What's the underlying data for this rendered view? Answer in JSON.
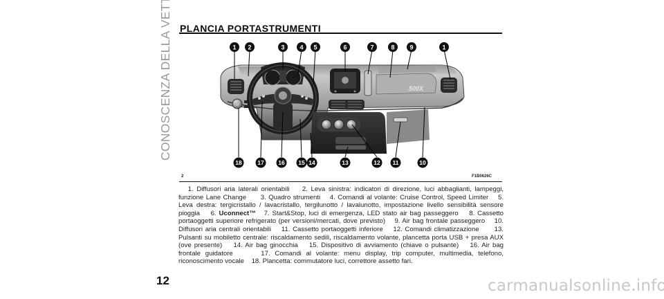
{
  "side_title": "CONOSCENZA DELLA VETTURA",
  "page_number": "12",
  "heading": "PLANCIA PORTASTRUMENTI",
  "figure": {
    "number": "2",
    "code": "F1B0626C",
    "callouts_top": [
      "1",
      "2",
      "3",
      "4",
      "5",
      "6",
      "7",
      "8",
      "9",
      "1"
    ],
    "callouts_bottom": [
      "18",
      "17",
      "16",
      "15",
      "14",
      "13",
      "12",
      "11",
      "10"
    ],
    "brand_badge": "500X"
  },
  "caption": {
    "items": [
      "1. Diffusori aria laterali orientabili",
      "2. Leva sinistra: indicatori di direzione, luci abbaglianti, lampeggi, funzione Lane Change",
      "3. Quadro strumenti",
      "4. Comandi al volante: Cruise Control, Speed Limiter",
      "5. Leva destra: tergicristallo / lavacristallo, tergilunotto / lavalunotto, impostazione livello sensibilità sensore pioggia",
      "6.",
      "Uconnect™",
      "7. Start&Stop, luci di emergenza, LED stato air bag passeggero",
      "8. Cassetto portaoggetti superiore refrigerato (per versioni/mercati, dove previsto)",
      "9. Air bag frontale passeggero",
      "10. Diffusori aria centrali orientabili",
      "11. Cassetto portaoggetti inferiore",
      "12. Comandi climatizzazione",
      "13. Pulsanti su mobiletto centrale: riscaldamento sedili, riscaldamento volante, plancetta porta USB + presa AUX (ove presente)",
      "14. Air bag ginocchia",
      "15. Dispositivo di avviamento (chiave o pulsante)",
      "16. Air bag frontale guidatore",
      "17. Comandi al volante: menu display, trip computer, multimedia, telefono, riconoscimento vocale",
      "18. Plancetta: commutatore luci, correttore assetto fari."
    ]
  },
  "watermark": {
    "text_main": "carmanualsonline",
    "text_dot": ".",
    "text_tld": "info"
  }
}
